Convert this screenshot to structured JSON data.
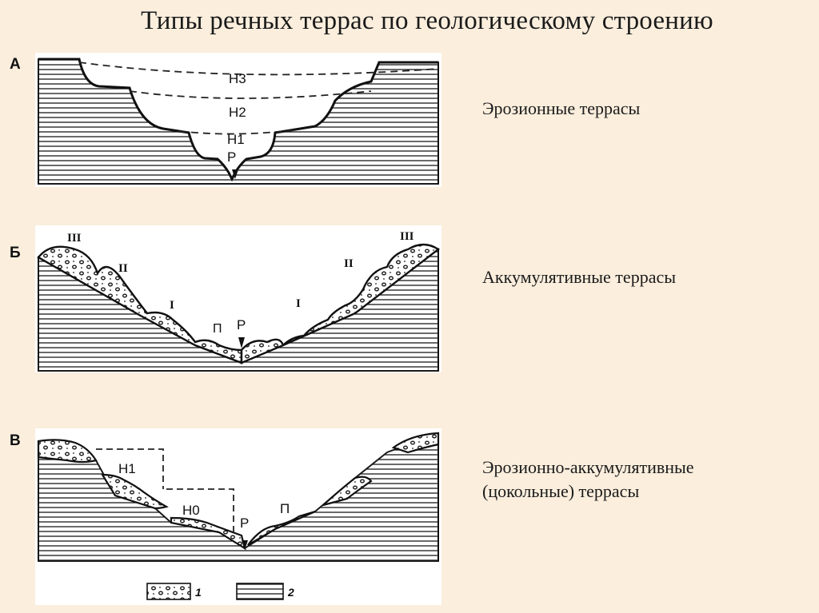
{
  "title": "Типы речных террас по геологическому строению",
  "sections": [
    {
      "letter": "А",
      "description": "Эрозионные террасы",
      "labels": {
        "h3": "Н3",
        "h2": "Н2",
        "h1": "Н1",
        "p": "Р"
      }
    },
    {
      "letter": "Б",
      "description": "Аккумулятивные террасы",
      "labels": {
        "iii_left": "III",
        "iii_right": "III",
        "ii_left": "II",
        "ii_right": "II",
        "i_left": "I",
        "i_right": "I",
        "floodplain": "П",
        "p": "Р"
      }
    },
    {
      "letter": "В",
      "description_line1": "Эрозионно-аккумулятивные",
      "description_line2": "(цокольные) террасы",
      "labels": {
        "h1": "Н1",
        "h0": "Н0",
        "floodplain": "П",
        "p": "Р"
      }
    }
  ],
  "legend": {
    "item1": "1",
    "item2": "2"
  }
}
